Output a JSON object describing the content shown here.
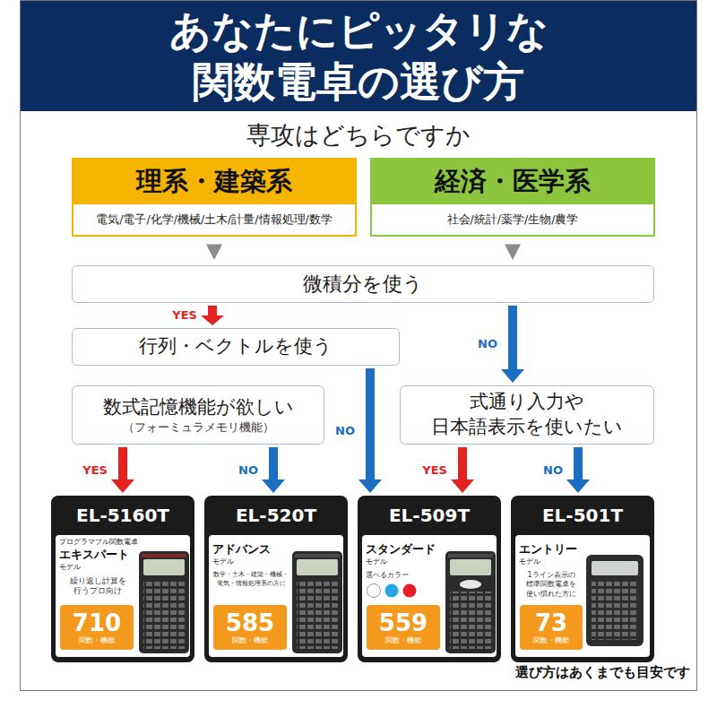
{
  "diagram": {
    "title": "あなたにピッタリな 関数電卓の選び方",
    "nodes": [
      {
        "text": [
          "理系・建築系",
          "電気/電子/化学/機械/土木/計量/情報処理/数学"
        ]
      },
      {
        "text": [
          "経済・医学系",
          "社会/統計/薬学/生物/農学"
        ]
      },
      {
        "text": [
          "微積分を使う"
        ]
      },
      {
        "text": [
          "行列・ベクトルを使う"
        ]
      },
      {
        "text": [
          "数式記憶機能が欲しい",
          "（フォーミュラメモリ機能）"
        ]
      },
      {
        "text": [
          "式通り入力や 日本語表示を使いたい"
        ]
      },
      {
        "text": [
          "EL-5160T",
          "プログラマブル関数電卓",
          "エキスパート",
          "モデル",
          "繰り返し計算を 行うプロ向け"
        ]
      },
      {
        "text": [
          "710",
          "関数・機能"
        ],
        "in": 6
      },
      {
        "text": [
          "EL-520T",
          "アドバンス",
          "モデル",
          "数学・土木・建築・機械・ 電気・情報処理系の方に"
        ]
      },
      {
        "text": [
          "585",
          "関数・機能"
        ],
        "in": 8
      },
      {
        "text": [
          "EL-509T",
          "スタンダード",
          "モデル",
          "選べるカラー"
        ]
      },
      {
        "text": [
          "559",
          "関数・機能"
        ],
        "in": 10
      },
      {
        "text": [
          "EL-501T",
          "エントリー",
          "モデル",
          "1ライン表示の 標準関数電卓を 使い慣れた方に"
        ]
      },
      {
        "text": [
          "73",
          "関数・機能"
        ],
        "in": 12
      }
    ],
    "edges": [
      {
        "from": 0,
        "to": 2,
        "arrow": "to"
      },
      {
        "from": 1,
        "to": 2,
        "arrow": "to"
      },
      {
        "from": 2,
        "to": 3,
        "label": "YES",
        "arrow": "to"
      },
      {
        "from": 2,
        "to": 5,
        "label": "NO",
        "arrow": "to"
      },
      {
        "from": 3,
        "to": 10,
        "label": "NO",
        "arrow": "to"
      },
      {
        "from": 4,
        "to": 6,
        "label": "YES",
        "arrow": "to"
      },
      {
        "from": 4,
        "to": 8,
        "label": "NO",
        "arrow": "to"
      },
      {
        "from": 5,
        "to": 10,
        "label": "YES",
        "arrow": "to"
      },
      {
        "from": 5,
        "to": 12,
        "label": "NO",
        "arrow": "to"
      }
    ],
    "labels": [
      "専攻はどちらですか",
      "選び方はあくまでも目安です"
    ]
  }
}
